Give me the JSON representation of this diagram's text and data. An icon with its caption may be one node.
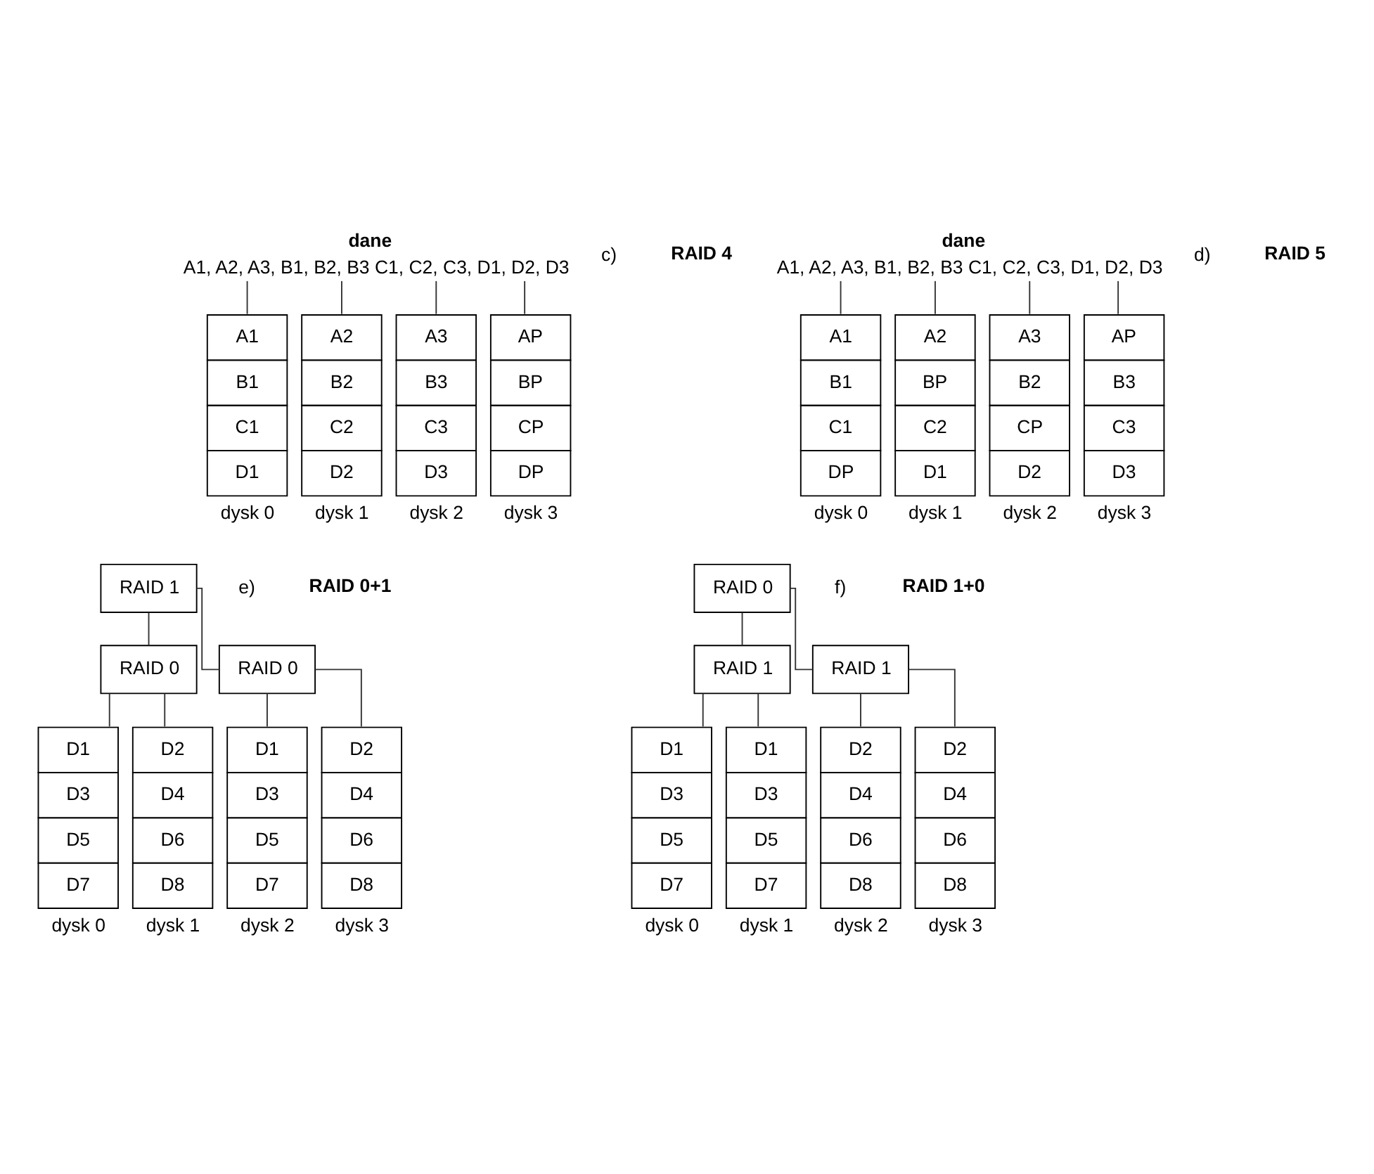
{
  "diagram": {
    "nodes": [
      {
        "text": [
          "dane",
          "A1, A2, A3, B1, B2, B3 C1, C2, C3, D1, D2, D3"
        ]
      },
      {
        "text": [
          "A1",
          "B1",
          "C1",
          "D1"
        ],
        "beside": [
          "dysk 0"
        ]
      },
      {
        "text": [
          "A2",
          "B2",
          "C2",
          "D2"
        ],
        "beside": [
          "dysk 1"
        ]
      },
      {
        "text": [
          "A3",
          "B3",
          "C3",
          "D3"
        ],
        "beside": [
          "dysk 2"
        ]
      },
      {
        "text": [
          "AP",
          "BP",
          "CP",
          "DP"
        ],
        "beside": [
          "dysk 3"
        ]
      },
      {
        "text": [
          "dane",
          "A1, A2, A3, B1, B2, B3 C1, C2, C3, D1, D2, D3"
        ]
      },
      {
        "text": [
          "A1",
          "B1",
          "C1",
          "DP"
        ],
        "beside": [
          "dysk 0"
        ]
      },
      {
        "text": [
          "A2",
          "BP",
          "C2",
          "D1"
        ],
        "beside": [
          "dysk 1"
        ]
      },
      {
        "text": [
          "A3",
          "B2",
          "CP",
          "D2"
        ],
        "beside": [
          "dysk 2"
        ]
      },
      {
        "text": [
          "AP",
          "B3",
          "C3",
          "D3"
        ],
        "beside": [
          "dysk 3"
        ]
      },
      {
        "text": [
          "RAID 1"
        ]
      },
      {
        "text": [
          "RAID 0"
        ]
      },
      {
        "text": [
          "RAID 0"
        ]
      },
      {
        "text": [
          "D1",
          "D3",
          "D5",
          "D7"
        ],
        "beside": [
          "dysk 0"
        ]
      },
      {
        "text": [
          "D2",
          "D4",
          "D6",
          "D8"
        ],
        "beside": [
          "dysk 1"
        ]
      },
      {
        "text": [
          "D1",
          "D3",
          "D5",
          "D7"
        ],
        "beside": [
          "dysk 2"
        ]
      },
      {
        "text": [
          "D2",
          "D4",
          "D6",
          "D8"
        ],
        "beside": [
          "dysk 3"
        ]
      },
      {
        "text": [
          "RAID 0"
        ]
      },
      {
        "text": [
          "RAID 1"
        ]
      },
      {
        "text": [
          "RAID 1"
        ]
      },
      {
        "text": [
          "D1",
          "D3",
          "D5",
          "D7"
        ],
        "beside": [
          "dysk 0"
        ]
      },
      {
        "text": [
          "D1",
          "D3",
          "D5",
          "D7"
        ],
        "beside": [
          "dysk 1"
        ]
      },
      {
        "text": [
          "D2",
          "D4",
          "D6",
          "D8"
        ],
        "beside": [
          "dysk 2"
        ]
      },
      {
        "text": [
          "D2",
          "D4",
          "D6",
          "D8"
        ],
        "beside": [
          "dysk 3"
        ]
      }
    ],
    "edges": [
      {
        "from": 0,
        "to": 1,
        "arrow": "none"
      },
      {
        "from": 0,
        "to": 2,
        "arrow": "none"
      },
      {
        "from": 0,
        "to": 3,
        "arrow": "none"
      },
      {
        "from": 0,
        "to": 4,
        "arrow": "none"
      },
      {
        "from": 5,
        "to": 6,
        "arrow": "none"
      },
      {
        "from": 5,
        "to": 7,
        "arrow": "none"
      },
      {
        "from": 5,
        "to": 8,
        "arrow": "none"
      },
      {
        "from": 5,
        "to": 9,
        "arrow": "none"
      },
      {
        "from": 10,
        "to": 11,
        "arrow": "none"
      },
      {
        "from": 10,
        "to": 12,
        "arrow": "none"
      },
      {
        "from": 11,
        "to": 13,
        "arrow": "none"
      },
      {
        "from": 11,
        "to": 14,
        "arrow": "none"
      },
      {
        "from": 12,
        "to": 15,
        "arrow": "none"
      },
      {
        "from": 12,
        "to": 16,
        "arrow": "none"
      },
      {
        "from": 17,
        "to": 18,
        "arrow": "none"
      },
      {
        "from": 17,
        "to": 19,
        "arrow": "none"
      },
      {
        "from": 18,
        "to": 20,
        "arrow": "none"
      },
      {
        "from": 18,
        "to": 21,
        "arrow": "none"
      },
      {
        "from": 19,
        "to": 22,
        "arrow": "none"
      },
      {
        "from": 19,
        "to": 23,
        "arrow": "none"
      }
    ],
    "labels": [
      "c)",
      "RAID 4",
      "d)",
      "RAID 5",
      "e)",
      "RAID 0+1",
      "f)",
      "RAID 1+0"
    ]
  }
}
